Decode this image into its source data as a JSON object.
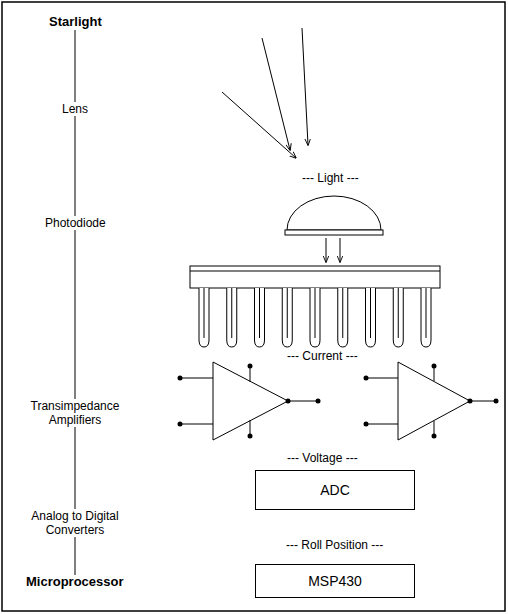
{
  "diagram": {
    "nodes": [
      {
        "text": [
          "ADC"
        ]
      },
      {
        "text": [
          "MSP430"
        ]
      }
    ],
    "labels": [
      "Starlight",
      "Lens",
      "Photodiode",
      "Transimpedance Amplifiers",
      "Analog to Digital Converters",
      "Microprocessor",
      "--- Light ---",
      "--- Current ---",
      "--- Voltage ---",
      "--- Roll Position ---"
    ]
  }
}
